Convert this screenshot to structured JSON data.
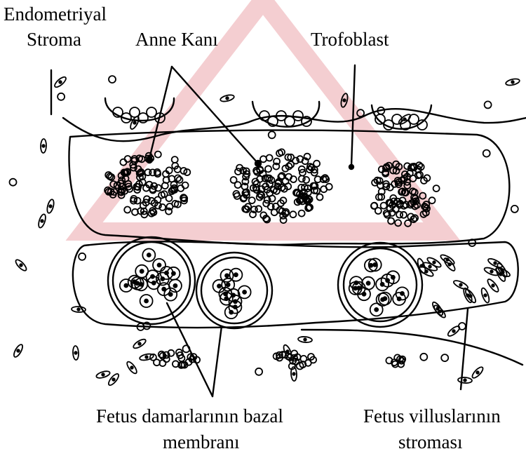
{
  "labels": {
    "endometrial_stroma_line1": "Endometriyal",
    "endometrial_stroma_line2": "Stroma",
    "maternal_blood": "Anne Kanı",
    "trophoblast": "Trofoblast",
    "fetal_vessel_basement_line1": "Fetus damarlarının bazal",
    "fetal_vessel_basement_line2": "membranı",
    "fetal_villus_stroma_line1": "Fetus villuslarının",
    "fetal_villus_stroma_line2": "stroması"
  },
  "colors": {
    "ink": "#000000",
    "background": "#ffffff",
    "watermark": "#f3c9cc"
  },
  "icons": [
    "watermark-triangle"
  ]
}
